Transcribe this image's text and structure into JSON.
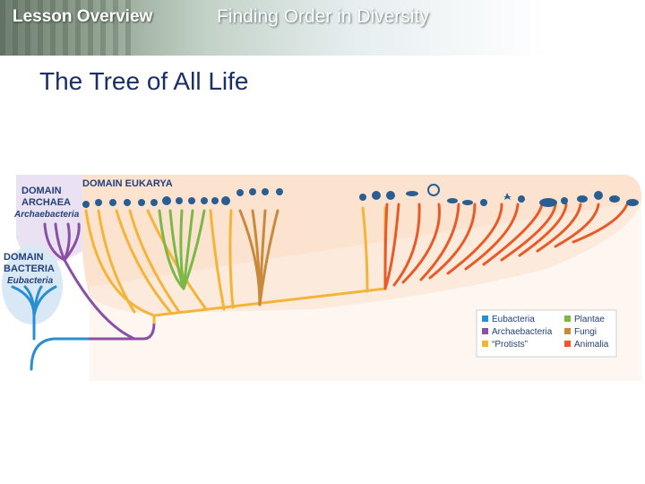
{
  "header": {
    "lesson_label": "Lesson Overview",
    "topic": "Finding Order in Diversity"
  },
  "slide": {
    "title": "The Tree of All Life"
  },
  "diagram": {
    "domain_eukarya": "DOMAIN EUKARYA",
    "domain_archaea": [
      "DOMAIN",
      "ARCHAEA"
    ],
    "archaea_sub": "Archaebacteria",
    "domain_bacteria": [
      "DOMAIN",
      "BACTERIA"
    ],
    "bacteria_sub": "Eubacteria",
    "legend": [
      {
        "label": "Eubacteria",
        "color": "#2a8fd0"
      },
      {
        "label": "Archaebacteria",
        "color": "#8b4fa3"
      },
      {
        "label": "“Protists”",
        "color": "#f3b43a"
      },
      {
        "label": "Plantae",
        "color": "#7ab848"
      },
      {
        "label": "Fungi",
        "color": "#c9893c"
      },
      {
        "label": "Animalia",
        "color": "#e85a28"
      }
    ],
    "colors": {
      "eukarya_bg": "#fbe3d0",
      "archaea_bg": "#eae2f2",
      "bacteria_bg": "#d9e8f5",
      "organism_icons": "#2a5d91"
    }
  }
}
